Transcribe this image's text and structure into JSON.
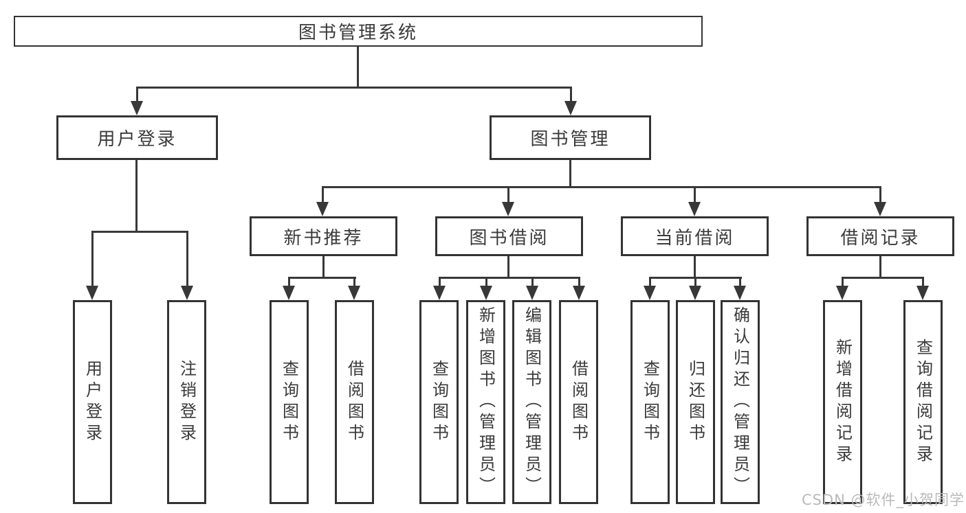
{
  "tree": {
    "root": {
      "label": "图书管理系统"
    },
    "user_login": {
      "label": "用户登录",
      "children": [
        "用户登录",
        "注销登录"
      ]
    },
    "book_mgmt": {
      "label": "图书管理",
      "groups": [
        {
          "label": "新书推荐",
          "children": [
            "查询图书",
            "借阅图书"
          ]
        },
        {
          "label": "图书借阅",
          "children": [
            "查询图书",
            "新增图书（管理员）",
            "编辑图书（管理员）",
            "借阅图书"
          ]
        },
        {
          "label": "当前借阅",
          "children": [
            "查询图书",
            "归还图书",
            "确认归还（管理员）"
          ]
        },
        {
          "label": "借阅记录",
          "children": [
            "新增借阅记录",
            "查询借阅记录"
          ]
        }
      ]
    }
  },
  "watermark": {
    "text": "CSDN @软件_小贺同学"
  },
  "colors": {
    "line": "#383838",
    "border": "#333333",
    "text": "#3a3a3a",
    "watermark": "#b9b9b9",
    "background": "#ffffff"
  }
}
